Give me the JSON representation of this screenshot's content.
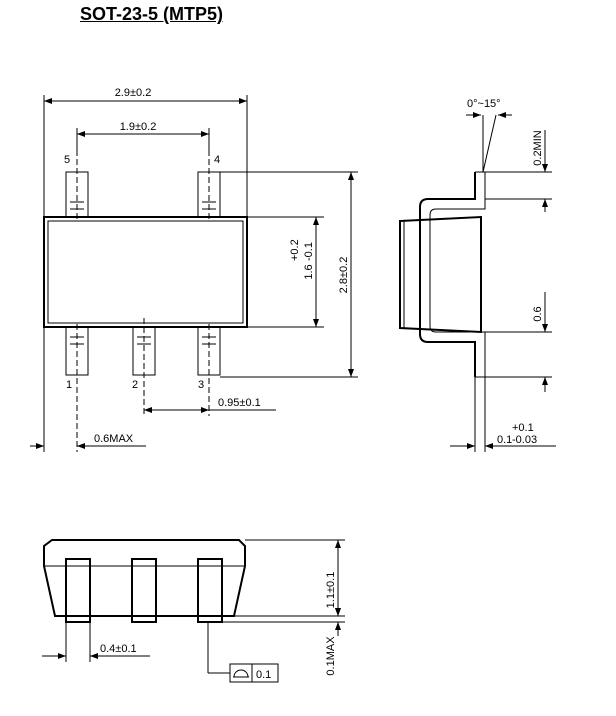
{
  "title": "SOT-23-5 (MTP5)",
  "top_view": {
    "dim_total_width": "2.9±0.2",
    "dim_lead_span": "1.9±0.2",
    "dim_body_width": "1.6",
    "dim_body_width_tol_plus": "+0.2",
    "dim_body_width_tol_minus": "-0.1",
    "dim_total_length": "2.8±0.2",
    "dim_pitch": "0.95±0.1",
    "dim_offset_max": "0.6MAX",
    "pins": [
      "1",
      "2",
      "3",
      "4",
      "5"
    ]
  },
  "side_view": {
    "dim_angle": "0°~15°",
    "dim_lead_min": "0.2MIN",
    "dim_foot_length": "0.6",
    "dim_lead_thickness": "0.1",
    "dim_lead_thickness_tol_plus": "+0.1",
    "dim_lead_thickness_tol_minus": "-0.03"
  },
  "front_view": {
    "dim_lead_width": "0.4±0.1",
    "dim_height": "1.1±0.1",
    "dim_standoff_max": "0.1MAX",
    "tolerance_frame_value": "0.1",
    "tolerance_symbol": "flatness-symbol-icon"
  }
}
